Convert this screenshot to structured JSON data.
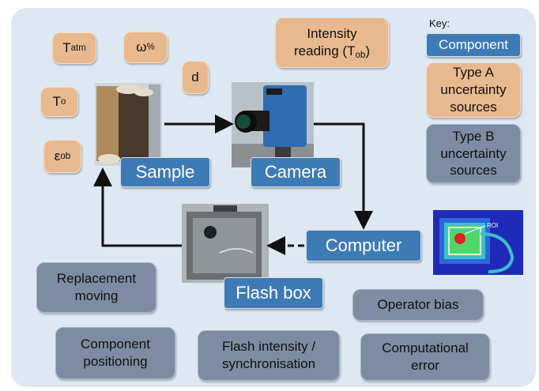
{
  "key": {
    "title": "Key:",
    "component": "Component",
    "type_a": "Type A uncertainty sources",
    "type_b": "Type B uncertainty sources"
  },
  "type_a_sources": {
    "t_atm": {
      "base": "T",
      "sub": "atm"
    },
    "omega": {
      "base": "ω",
      "sub": "%"
    },
    "d": "d",
    "t_o": {
      "base": "T",
      "sub": "o"
    },
    "epsilon": {
      "base": "ε",
      "sub": "ob"
    },
    "intensity": {
      "line1": "Intensity",
      "line2": "reading (T",
      "sub": "ob",
      "end": ")"
    }
  },
  "components": {
    "sample": "Sample",
    "camera": "Camera",
    "computer": "Computer",
    "flash_box": "Flash box"
  },
  "type_b_sources": {
    "replacement": "Replacement moving",
    "positioning": "Component positioning",
    "flash": "Flash intensity / synchronisation",
    "operator": "Operator bias",
    "computational": "Computational error"
  },
  "roi_label": "ROI",
  "colors": {
    "panel": "#dde8f3",
    "component": "#3e7bb6",
    "type_a": "#e8b98f",
    "type_b": "#7d8ca3"
  }
}
